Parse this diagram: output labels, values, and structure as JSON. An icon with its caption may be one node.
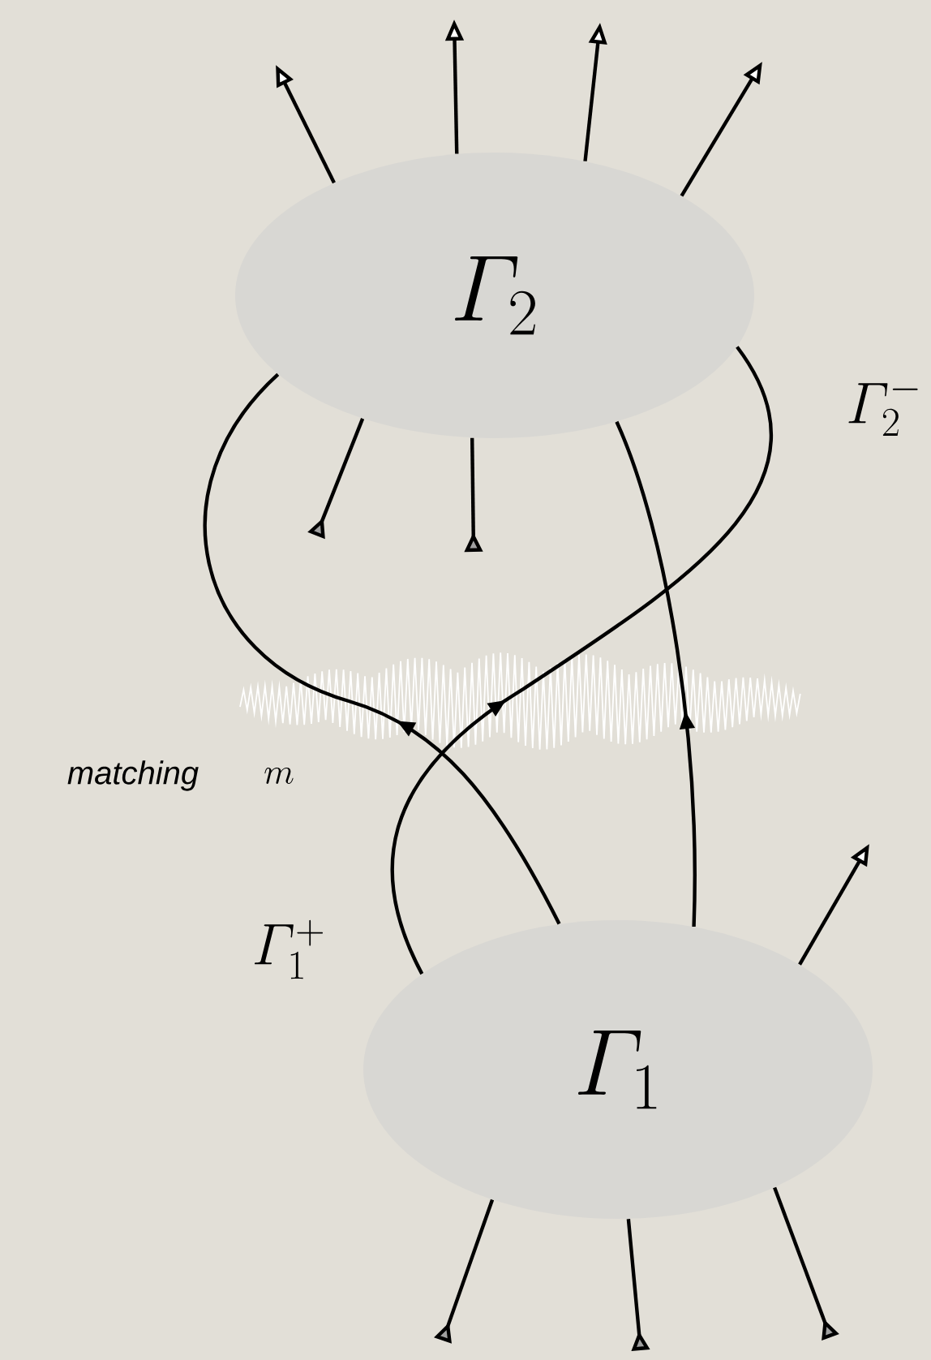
{
  "diagram": {
    "nodes": [
      {
        "text": [
          "\\varGamma_2"
        ]
      },
      {
        "text": [
          "\\varGamma_1"
        ]
      }
    ],
    "edges": [
      {
        "from": 0,
        "to": null,
        "arrow": "to"
      },
      {
        "from": 0,
        "to": null,
        "arrow": "to"
      },
      {
        "from": 0,
        "to": null,
        "arrow": "to"
      },
      {
        "from": 0,
        "to": null,
        "arrow": "to"
      },
      {
        "from": 0,
        "to": null,
        "arrow": "other"
      },
      {
        "from": 0,
        "to": null,
        "arrow": "other"
      },
      {
        "from": 1,
        "to": 0,
        "arrow": "to"
      },
      {
        "from": 1,
        "to": 0,
        "arrow": "to"
      },
      {
        "from": 1,
        "to": 0,
        "arrow": "to"
      },
      {
        "from": 1,
        "to": null,
        "arrow": "to"
      },
      {
        "from": 1,
        "to": null,
        "arrow": "other"
      },
      {
        "from": 1,
        "to": null,
        "arrow": "other"
      },
      {
        "from": 1,
        "to": null,
        "arrow": "other"
      }
    ],
    "labels": [
      "\\varGamma_2^-",
      "\\varGamma_1^+",
      "matching",
      "m"
    ]
  }
}
